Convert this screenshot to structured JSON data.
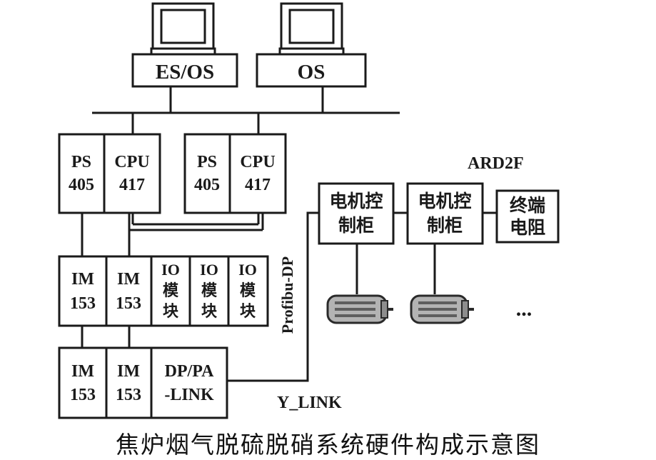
{
  "stations": {
    "es_os": "ES/OS",
    "os": "OS"
  },
  "rack_a": {
    "ps_1": "PS",
    "ps_2": "405",
    "cpu_1": "CPU",
    "cpu_2": "417"
  },
  "rack_b": {
    "ps_1": "PS",
    "ps_2": "405",
    "cpu_1": "CPU",
    "cpu_2": "417"
  },
  "io_row": {
    "im_a_1": "IM",
    "im_a_2": "153",
    "im_b_1": "IM",
    "im_b_2": "153",
    "io_1": "IO",
    "io_2": "模",
    "io_3": "块"
  },
  "link_row": {
    "im_a_1": "IM",
    "im_a_2": "153",
    "im_b_1": "IM",
    "im_b_2": "153",
    "dp_1": "DP/PA",
    "dp_2": "-LINK"
  },
  "labels": {
    "profibus": "Profibu-DP",
    "y_link": "Y_LINK",
    "ard2f": "ARD2F",
    "ellipsis": "..."
  },
  "motor_cabinet": {
    "line_1": "电机控",
    "line_2": "制柜"
  },
  "terminator": {
    "line_1": "终端",
    "line_2": "电阻"
  },
  "caption": "焦炉烟气脱硫脱硝系统硬件构成示意图"
}
